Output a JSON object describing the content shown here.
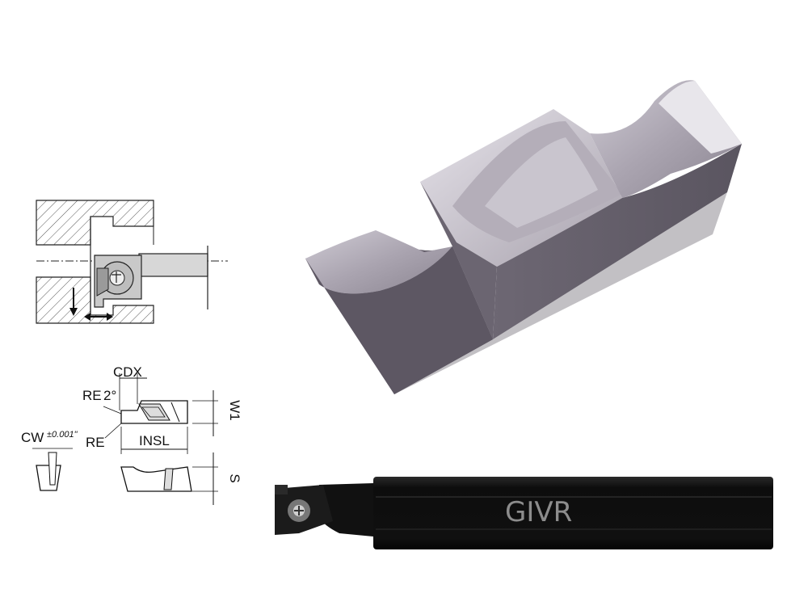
{
  "labels": {
    "cdx": "CDX",
    "re_top": "RE",
    "angle": "2°",
    "w1": "W1",
    "cw": "CW",
    "cw_tolerance": "±0.001\"",
    "re_bottom": "RE",
    "insl": "INSL",
    "s": "S"
  },
  "holder_brand": "GIVR",
  "colors": {
    "insert_light": "#d9d6dd",
    "insert_mid": "#8e8894",
    "insert_dark": "#5a5560",
    "holder_body": "#141414",
    "brand_text": "#8c8c8c",
    "hatch": "#444444"
  }
}
